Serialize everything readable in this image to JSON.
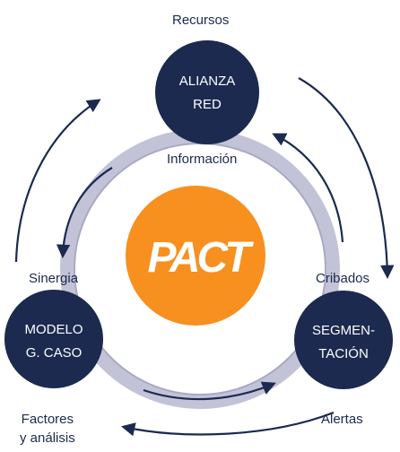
{
  "colors": {
    "node": "#1b2a4e",
    "ring": "#b7b7cf",
    "center": "#f7901e",
    "arrow": "#1b2a4e",
    "text": "#1b2a4e"
  },
  "center": {
    "logo_text": "PACT"
  },
  "nodes": [
    {
      "id": "alianza",
      "line1": "ALIANZA",
      "line2": "RED"
    },
    {
      "id": "modelo",
      "line1": "MODELO",
      "line2": "G. CASO"
    },
    {
      "id": "segmentacion",
      "line1": "SEGMEN-",
      "line2": "TACIÓN"
    }
  ],
  "labels": {
    "recursos": "Recursos",
    "informacion": "Información",
    "sinergia": "Sinergia",
    "cribados": "Cribados",
    "factores_line1": "Factores",
    "factores_line2": "y análisis",
    "alertas": "Alertas"
  }
}
